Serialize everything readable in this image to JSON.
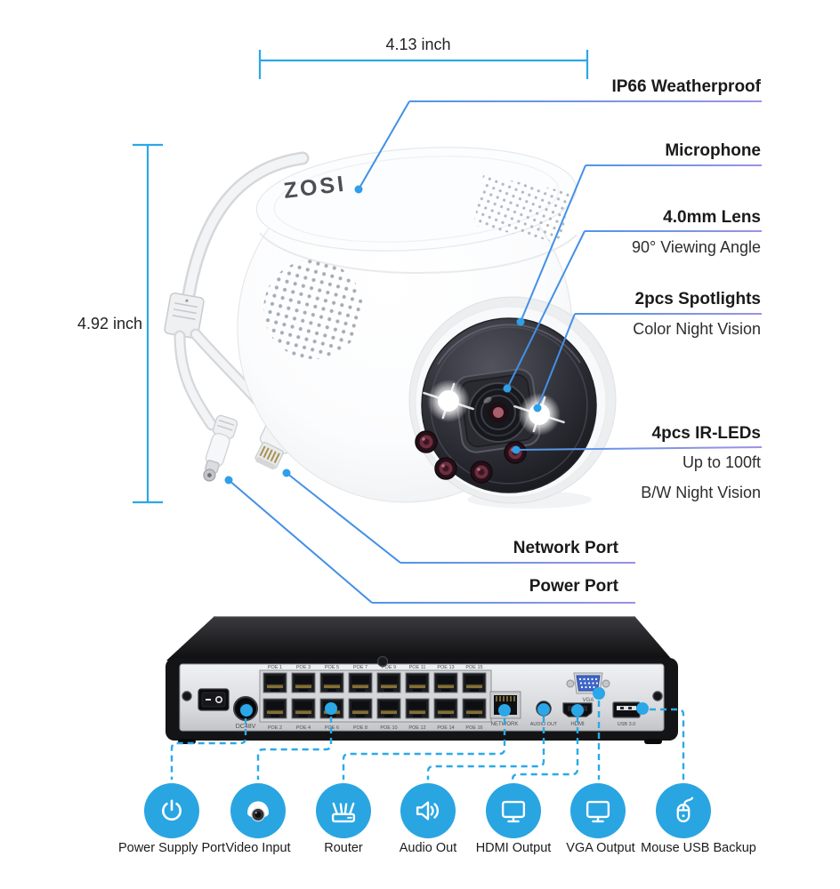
{
  "brand": "ZOSI",
  "colors": {
    "leader_blue": "#2EA7E8",
    "underline_purple": "#9D92E6",
    "icon_blue": "#29A5E2"
  },
  "measurements": {
    "width": "4.13 inch",
    "height": "4.92 inch"
  },
  "camera_features": [
    {
      "label": "IP66 Weatherproof",
      "sublabels": []
    },
    {
      "label": "Microphone",
      "sublabels": []
    },
    {
      "label": "4.0mm Lens",
      "sublabels": [
        "90° Viewing Angle"
      ]
    },
    {
      "label": "2pcs Spotlights",
      "sublabels": [
        "Color Night Vision"
      ]
    },
    {
      "label": "4pcs IR-LEDs",
      "sublabels": [
        "Up to 100ft",
        "B/W Night Vision"
      ]
    }
  ],
  "cable_labels": [
    {
      "label": "Network Port"
    },
    {
      "label": "Power Port"
    }
  ],
  "nvr": {
    "dc_label": "DC48V",
    "poe_top": [
      "POE 1",
      "POE 3",
      "POE 5",
      "POE 7",
      "POE 9",
      "POE 11",
      "POE 13",
      "POE 15"
    ],
    "poe_bottom": [
      "POE 2",
      "POE 4",
      "POE 6",
      "POE 8",
      "POE 10",
      "POE 12",
      "POE 14",
      "POE 16"
    ],
    "network_label": "NETWORK",
    "audio_label": "AUDIO OUT",
    "hdmi_label": "HDMI",
    "vga_label": "VGA",
    "usb_label": "USB 3.0"
  },
  "legend": [
    {
      "icon": "power-icon",
      "label": "Power Supply Port"
    },
    {
      "icon": "camera-icon",
      "label": "Video Input"
    },
    {
      "icon": "router-icon",
      "label": "Router"
    },
    {
      "icon": "speaker-icon",
      "label": "Audio Out"
    },
    {
      "icon": "monitor-icon",
      "label": "HDMI Output"
    },
    {
      "icon": "monitor-icon",
      "label": "VGA Output"
    },
    {
      "icon": "mouse-icon",
      "label": "Mouse USB Backup"
    }
  ]
}
